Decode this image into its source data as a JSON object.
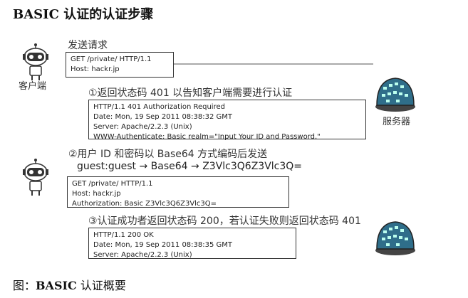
{
  "title": "BASIC 认证的认证步骤",
  "caption": {
    "prefix": "图：",
    "bold": "BASIC",
    "rest": " 认证概要"
  },
  "client_label": "客户端",
  "server_label": "服务器",
  "send_request_label": "发送请求",
  "request1": [
    "GET /private/ HTTP/1.1",
    "Host: hackr.jp"
  ],
  "step1": "①返回状态码 401 以告知客户端需要进行认证",
  "response1": [
    "HTTP/1.1 401 Authorization Required",
    "Date: Mon, 19 Sep 2011 08:38:32 GMT",
    "Server: Apache/2.2.3 (Unix)",
    "WWW-Authenticate: Basic realm=\"Input Your ID and Password.\""
  ],
  "step2": "②用户 ID 和密码以 Base64 方式编码后发送",
  "formula": "guest:guest → Base64 → Z3Vlc3Q6Z3Vlc3Q=",
  "request2": [
    "GET /private/ HTTP/1.1",
    "Host: hackr.jp",
    "Authorization: Basic Z3Vlc3Q6Z3Vlc3Q="
  ],
  "step3": "③认证成功者返回状态码 200，若认证失败则返回状态码 401",
  "response2": [
    "HTTP/1.1 200 OK",
    "Date: Mon, 19 Sep 2011 08:38:35 GMT",
    "Server: Apache/2.2.3 (Unix)"
  ]
}
